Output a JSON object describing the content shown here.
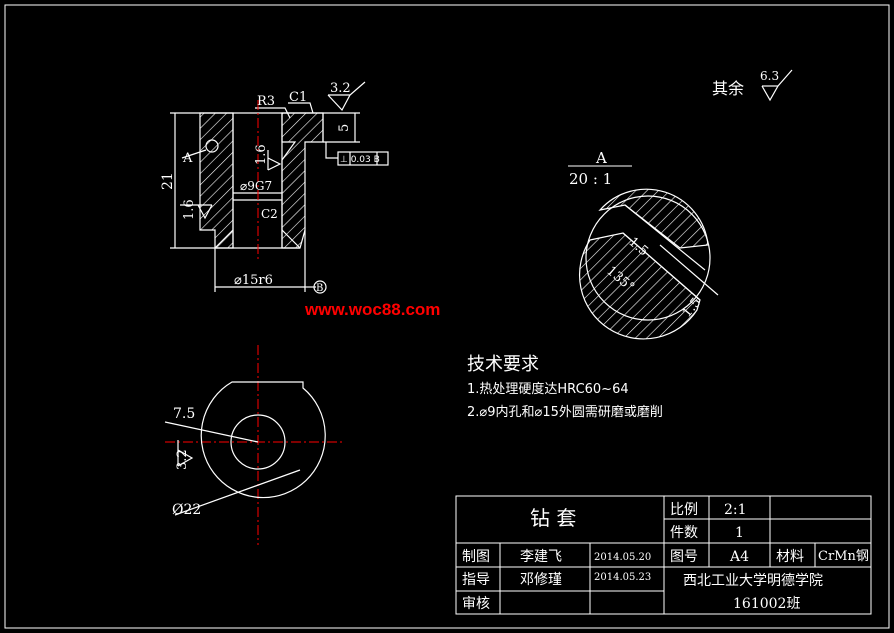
{
  "colors": {
    "background": "#000000",
    "line": "#ffffff",
    "center_line": "#ff0000",
    "watermark": "#ff0000",
    "hatch": "#ffffff"
  },
  "main_view": {
    "label_r3": "R3",
    "label_c1": "C1",
    "roughness_top": "3.2",
    "dim_5": "5",
    "tolerance_frame": "⊥ 0.03 B",
    "label_a": "A",
    "dim_21": "21",
    "roughness_left": "1.6",
    "roughness_inner": "1.6",
    "dim_bore": "⌀9G7",
    "label_c2": "C2",
    "dim_outer": "⌀15r6",
    "datum_b": "B"
  },
  "other_roughness": {
    "label": "其余",
    "value": "6.3"
  },
  "detail_view": {
    "label": "A",
    "scale": "20 : 1",
    "dim_inner": "1.5",
    "dim_angle": "135°",
    "dim_outer": "1.5"
  },
  "watermark": "www.woc88.com",
  "tech_requirements": {
    "title": "技术要求",
    "item1": "1.热处理硬度达HRC60~64",
    "item2": "2.⌀9内孔和⌀15外圆需研磨或磨削"
  },
  "bottom_view": {
    "dim_75": "7.5",
    "roughness": "3.2",
    "dim_22": "Ø22"
  },
  "title_block": {
    "part_name": "钻 套",
    "scale_label": "比例",
    "scale_value": "2:1",
    "qty_label": "件数",
    "qty_value": "1",
    "drawn_label": "制图",
    "drawn_name": "李建飞",
    "drawn_date": "2014.05.20",
    "drawing_no_label": "图号",
    "drawing_no_value": "A4",
    "material_label": "材料",
    "material_value": "CrMn钢",
    "guide_label": "指导",
    "guide_name": "邓修瑾",
    "guide_date": "2014.05.23",
    "school": "西北工业大学明德学院",
    "review_label": "审核",
    "class": "161002班"
  }
}
